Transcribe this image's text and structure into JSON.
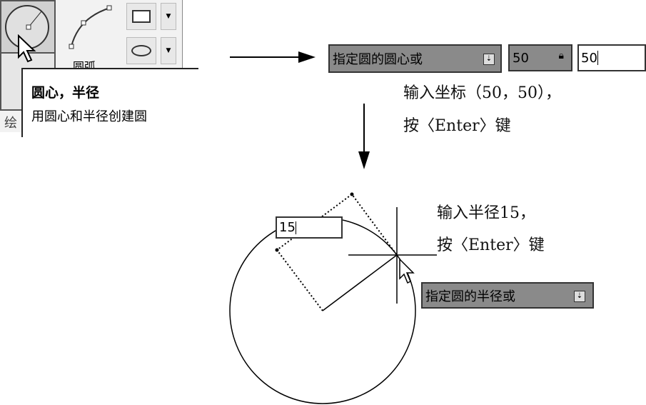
{
  "ribbon": {
    "arc_label": "圆弧",
    "panel_label": "绘"
  },
  "tooltip": {
    "title": "圆心，半径",
    "description": "用圆心和半径创建圆"
  },
  "center_prompt": {
    "label": "指定圆的圆心或",
    "x_value": "50",
    "y_value": "50"
  },
  "note1": {
    "line1": "输入坐标（50，50），",
    "line2": "按〈Enter〉键"
  },
  "radius_input": {
    "value": "15"
  },
  "note2": {
    "line1": "输入半径15，",
    "line2": "按〈Enter〉键"
  },
  "radius_prompt": {
    "label": "指定圆的半径或"
  }
}
